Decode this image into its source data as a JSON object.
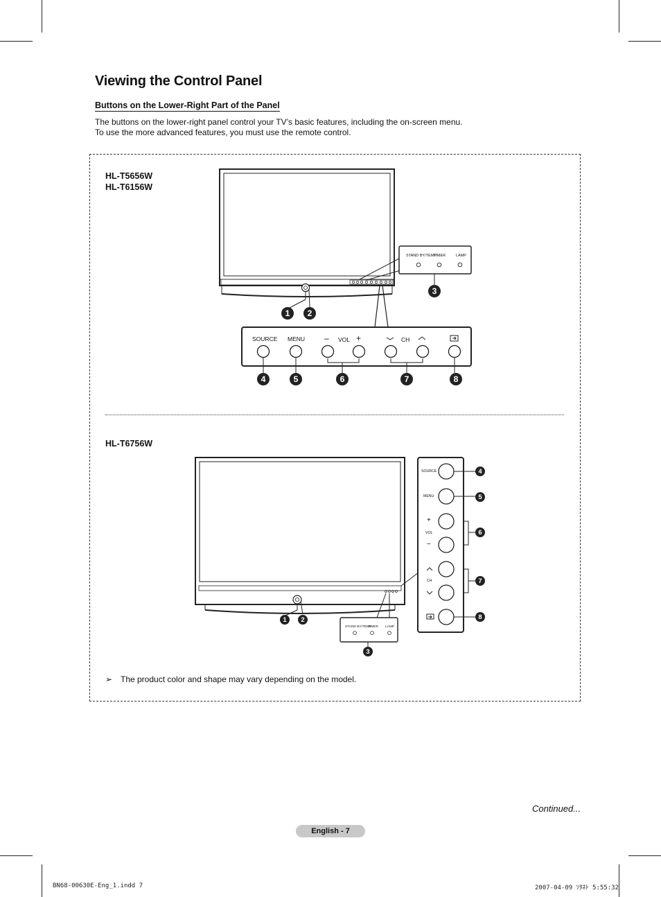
{
  "heading": "Viewing the Control Panel",
  "subheading": "Buttons on the Lower-Right Part of the Panel",
  "intro": [
    "The buttons on the lower-right panel control your TV’s basic features, including the on-screen menu.",
    "To use the more advanced features, you must use the remote control."
  ],
  "model_group_1": [
    "HL-T5656W",
    "HL-T6156W"
  ],
  "model_group_2": [
    "HL-T6756W"
  ],
  "indicator_labels": [
    "STAND BY/TEMP",
    "TIMER",
    "LAMP"
  ],
  "panel_labels": {
    "source": "SOURCE",
    "menu": "MENU",
    "vol": "VOL",
    "ch": "CH",
    "minus": "–",
    "plus": "+"
  },
  "callouts": [
    "1",
    "2",
    "3",
    "4",
    "5",
    "6",
    "7",
    "8"
  ],
  "note_marker": "➢",
  "note": "The product color and shape may vary depending on the model.",
  "continued": "Continued...",
  "page_label": "English - 7",
  "footer_left": "BN68-00630E-Eng_1.indd   7",
  "footer_right": "2007-04-09   ｿﾀﾈﾄ 5:55:32"
}
